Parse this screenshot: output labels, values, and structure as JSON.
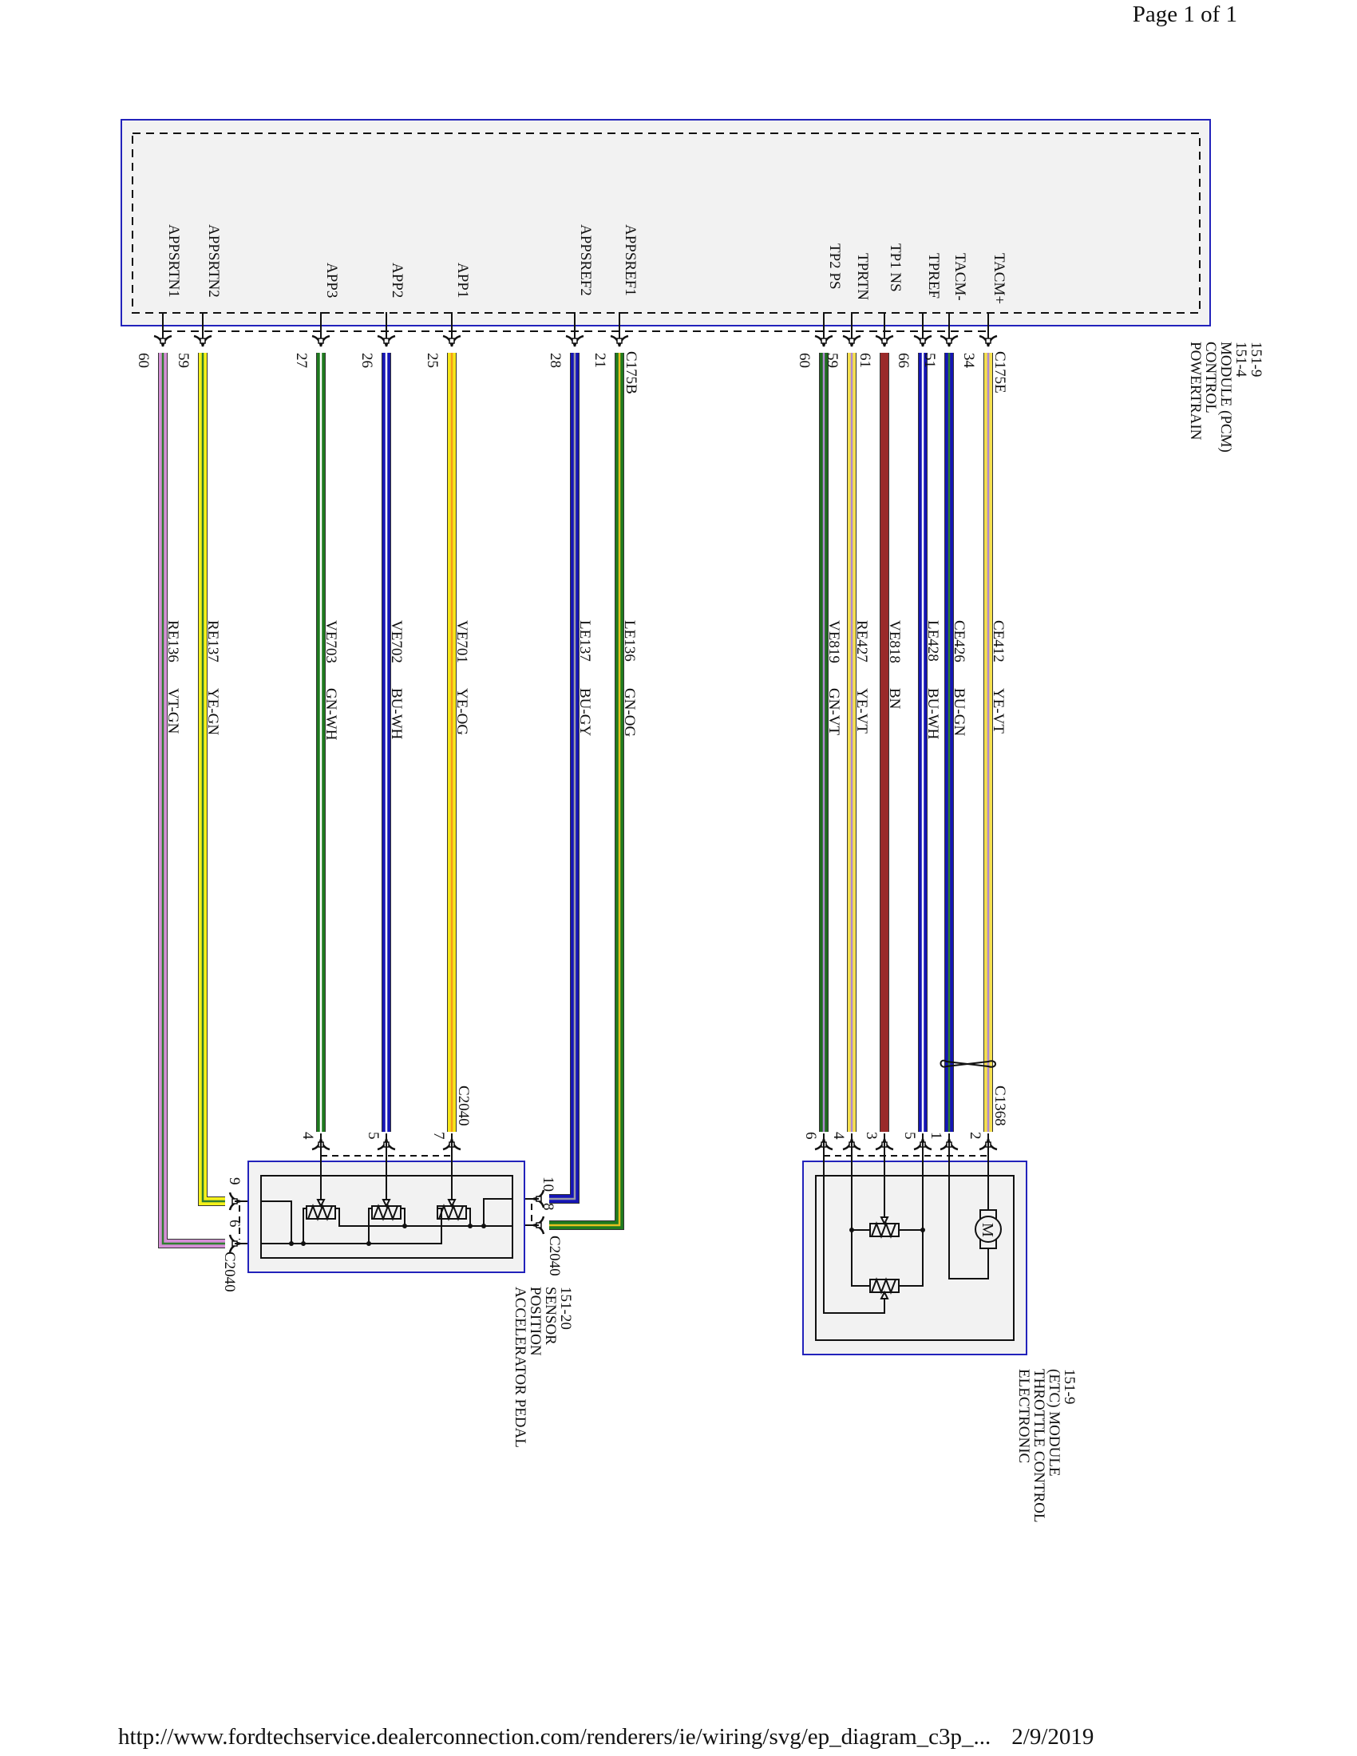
{
  "page": {
    "header": "Page 1 of 1",
    "footer_url": "http://www.fordtechservice.dealerconnection.com/renderers/ie/wiring/svg/ep_diagram_c3p_...",
    "footer_date": "2/9/2019"
  },
  "colors": {
    "module_border": "#2222bb",
    "module_fill": "#f2f2f2",
    "line": "#111111"
  },
  "wire_colors": {
    "VT-GN": [
      "#d58fd6",
      "#2f7d2f"
    ],
    "YE-GN": [
      "#f5f11a",
      "#2f7d2f"
    ],
    "GN-WH": [
      "#1f7a1f",
      "#ffffff"
    ],
    "BU-WH": [
      "#1515b5",
      "#ffffff"
    ],
    "YE-OG": [
      "#f5e61a",
      "#f59a1a"
    ],
    "BU-GY": [
      "#1515b5",
      "#9a9aa8"
    ],
    "GN-OG": [
      "#1f7a1f",
      "#e8c020"
    ],
    "GN-VT": [
      "#1f6a1f",
      "#b08ad0"
    ],
    "YE-VT": [
      "#f5e050",
      "#b08ad0"
    ],
    "BN": [
      "#9a2a2a",
      "#9a2a2a"
    ],
    "BU-GN": [
      "#1515b5",
      "#2f7d2f"
    ]
  },
  "pcm": {
    "name_lines": [
      "POWERTRAIN",
      "CONTROL",
      "MODULE (PCM)",
      "151-4",
      "151-9"
    ],
    "connectors": [
      "C175B",
      "C175E"
    ]
  },
  "app_sensor": {
    "name_lines": [
      "ACCELERATOR PEDAL",
      "POSITION",
      "SENSOR",
      "151-20"
    ],
    "connector": "C2040"
  },
  "etc": {
    "name_lines": [
      "ELECTRONIC",
      "THROTTLE CONTROL",
      "(ETC) MODULE",
      "151-9"
    ],
    "connector": "C1368"
  },
  "wires": [
    {
      "signal": "APPSRTN1",
      "pcm_pin": "60",
      "circuit": "RE136",
      "color": "VT-GN",
      "dest_pin": "6",
      "dest": "app_sensor"
    },
    {
      "signal": "APPSRTN2",
      "pcm_pin": "59",
      "circuit": "RE137",
      "color": "YE-GN",
      "dest_pin": "9",
      "dest": "app_sensor"
    },
    {
      "signal": "APP3",
      "pcm_pin": "27",
      "circuit": "VE703",
      "color": "GN-WH",
      "dest_pin": "4",
      "dest": "app_sensor"
    },
    {
      "signal": "APP2",
      "pcm_pin": "26",
      "circuit": "VE702",
      "color": "BU-WH",
      "dest_pin": "5",
      "dest": "app_sensor"
    },
    {
      "signal": "APP1",
      "pcm_pin": "25",
      "circuit": "VE701",
      "color": "YE-OG",
      "dest_pin": "7",
      "dest": "app_sensor"
    },
    {
      "signal": "APPSREF2",
      "pcm_pin": "28",
      "circuit": "LE137",
      "color": "BU-GY",
      "dest_pin": "10",
      "dest": "app_sensor"
    },
    {
      "signal": "APPSREF1",
      "pcm_pin": "21",
      "circuit": "LE136",
      "color": "GN-OG",
      "dest_pin": "8",
      "dest": "app_sensor"
    },
    {
      "signal": "TP2 PS",
      "pcm_pin": "60",
      "circuit": "VE819",
      "color": "GN-VT",
      "dest_pin": "6",
      "dest": "etc"
    },
    {
      "signal": "TPRTN",
      "pcm_pin": "59",
      "circuit": "RE427",
      "color": "YE-VT",
      "dest_pin": "4",
      "dest": "etc"
    },
    {
      "signal": "TP1 NS",
      "pcm_pin": "61",
      "circuit": "VE818",
      "color": "BN",
      "dest_pin": "3",
      "dest": "etc"
    },
    {
      "signal": "TPREF",
      "pcm_pin": "66",
      "circuit": "LE428",
      "color": "BU-WH",
      "dest_pin": "5",
      "dest": "etc"
    },
    {
      "signal": "TACM-",
      "pcm_pin": "51",
      "circuit": "CE426",
      "color": "BU-GN",
      "dest_pin": "1",
      "dest": "etc"
    },
    {
      "signal": "TACM+",
      "pcm_pin": "34",
      "circuit": "CE412",
      "color": "YE-VT",
      "dest_pin": "2",
      "dest": "etc"
    }
  ]
}
